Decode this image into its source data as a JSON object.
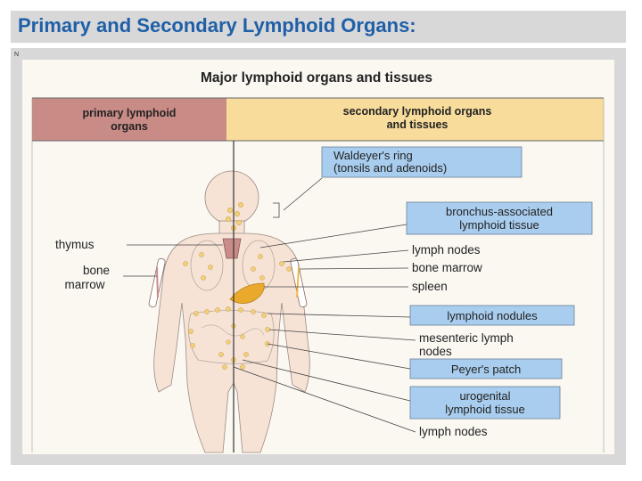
{
  "slide": {
    "title": "Primary and Secondary Lymphoid Organs:",
    "note": "N"
  },
  "figure": {
    "heading": "Major lymphoid organs and tissues",
    "primary_header": [
      "primary lymphoid",
      "organs"
    ],
    "secondary_header": [
      "secondary lymphoid organs",
      "and tissues"
    ],
    "left_labels": {
      "thymus": "thymus",
      "bone_marrow": [
        "bone",
        "marrow"
      ]
    },
    "right_labels": {
      "waldeyer": [
        "Waldeyer's ring",
        "(tonsils and adenoids)"
      ],
      "bronchus": [
        "bronchus-associated",
        "lymphoid tissue"
      ],
      "lymph_nodes_upper": "lymph nodes",
      "bone_marrow": "bone marrow",
      "spleen": "spleen",
      "lymphoid_nodules": "lymphoid nodules",
      "mesenteric": [
        "mesenteric lymph",
        "nodes"
      ],
      "peyers": "Peyer's patch",
      "urogenital": [
        "urogenital",
        "lymphoid tissue"
      ],
      "lymph_nodes_lower": "lymph nodes"
    },
    "colors": {
      "primary_header": "#c98b86",
      "secondary_header": "#f7dc9c",
      "body_fill": "#f6e3d6",
      "label_box": "#a9cdee",
      "node_fill": "#f2cf7a",
      "spleen": "#e9a92c",
      "thymus": "#c98c88"
    }
  }
}
